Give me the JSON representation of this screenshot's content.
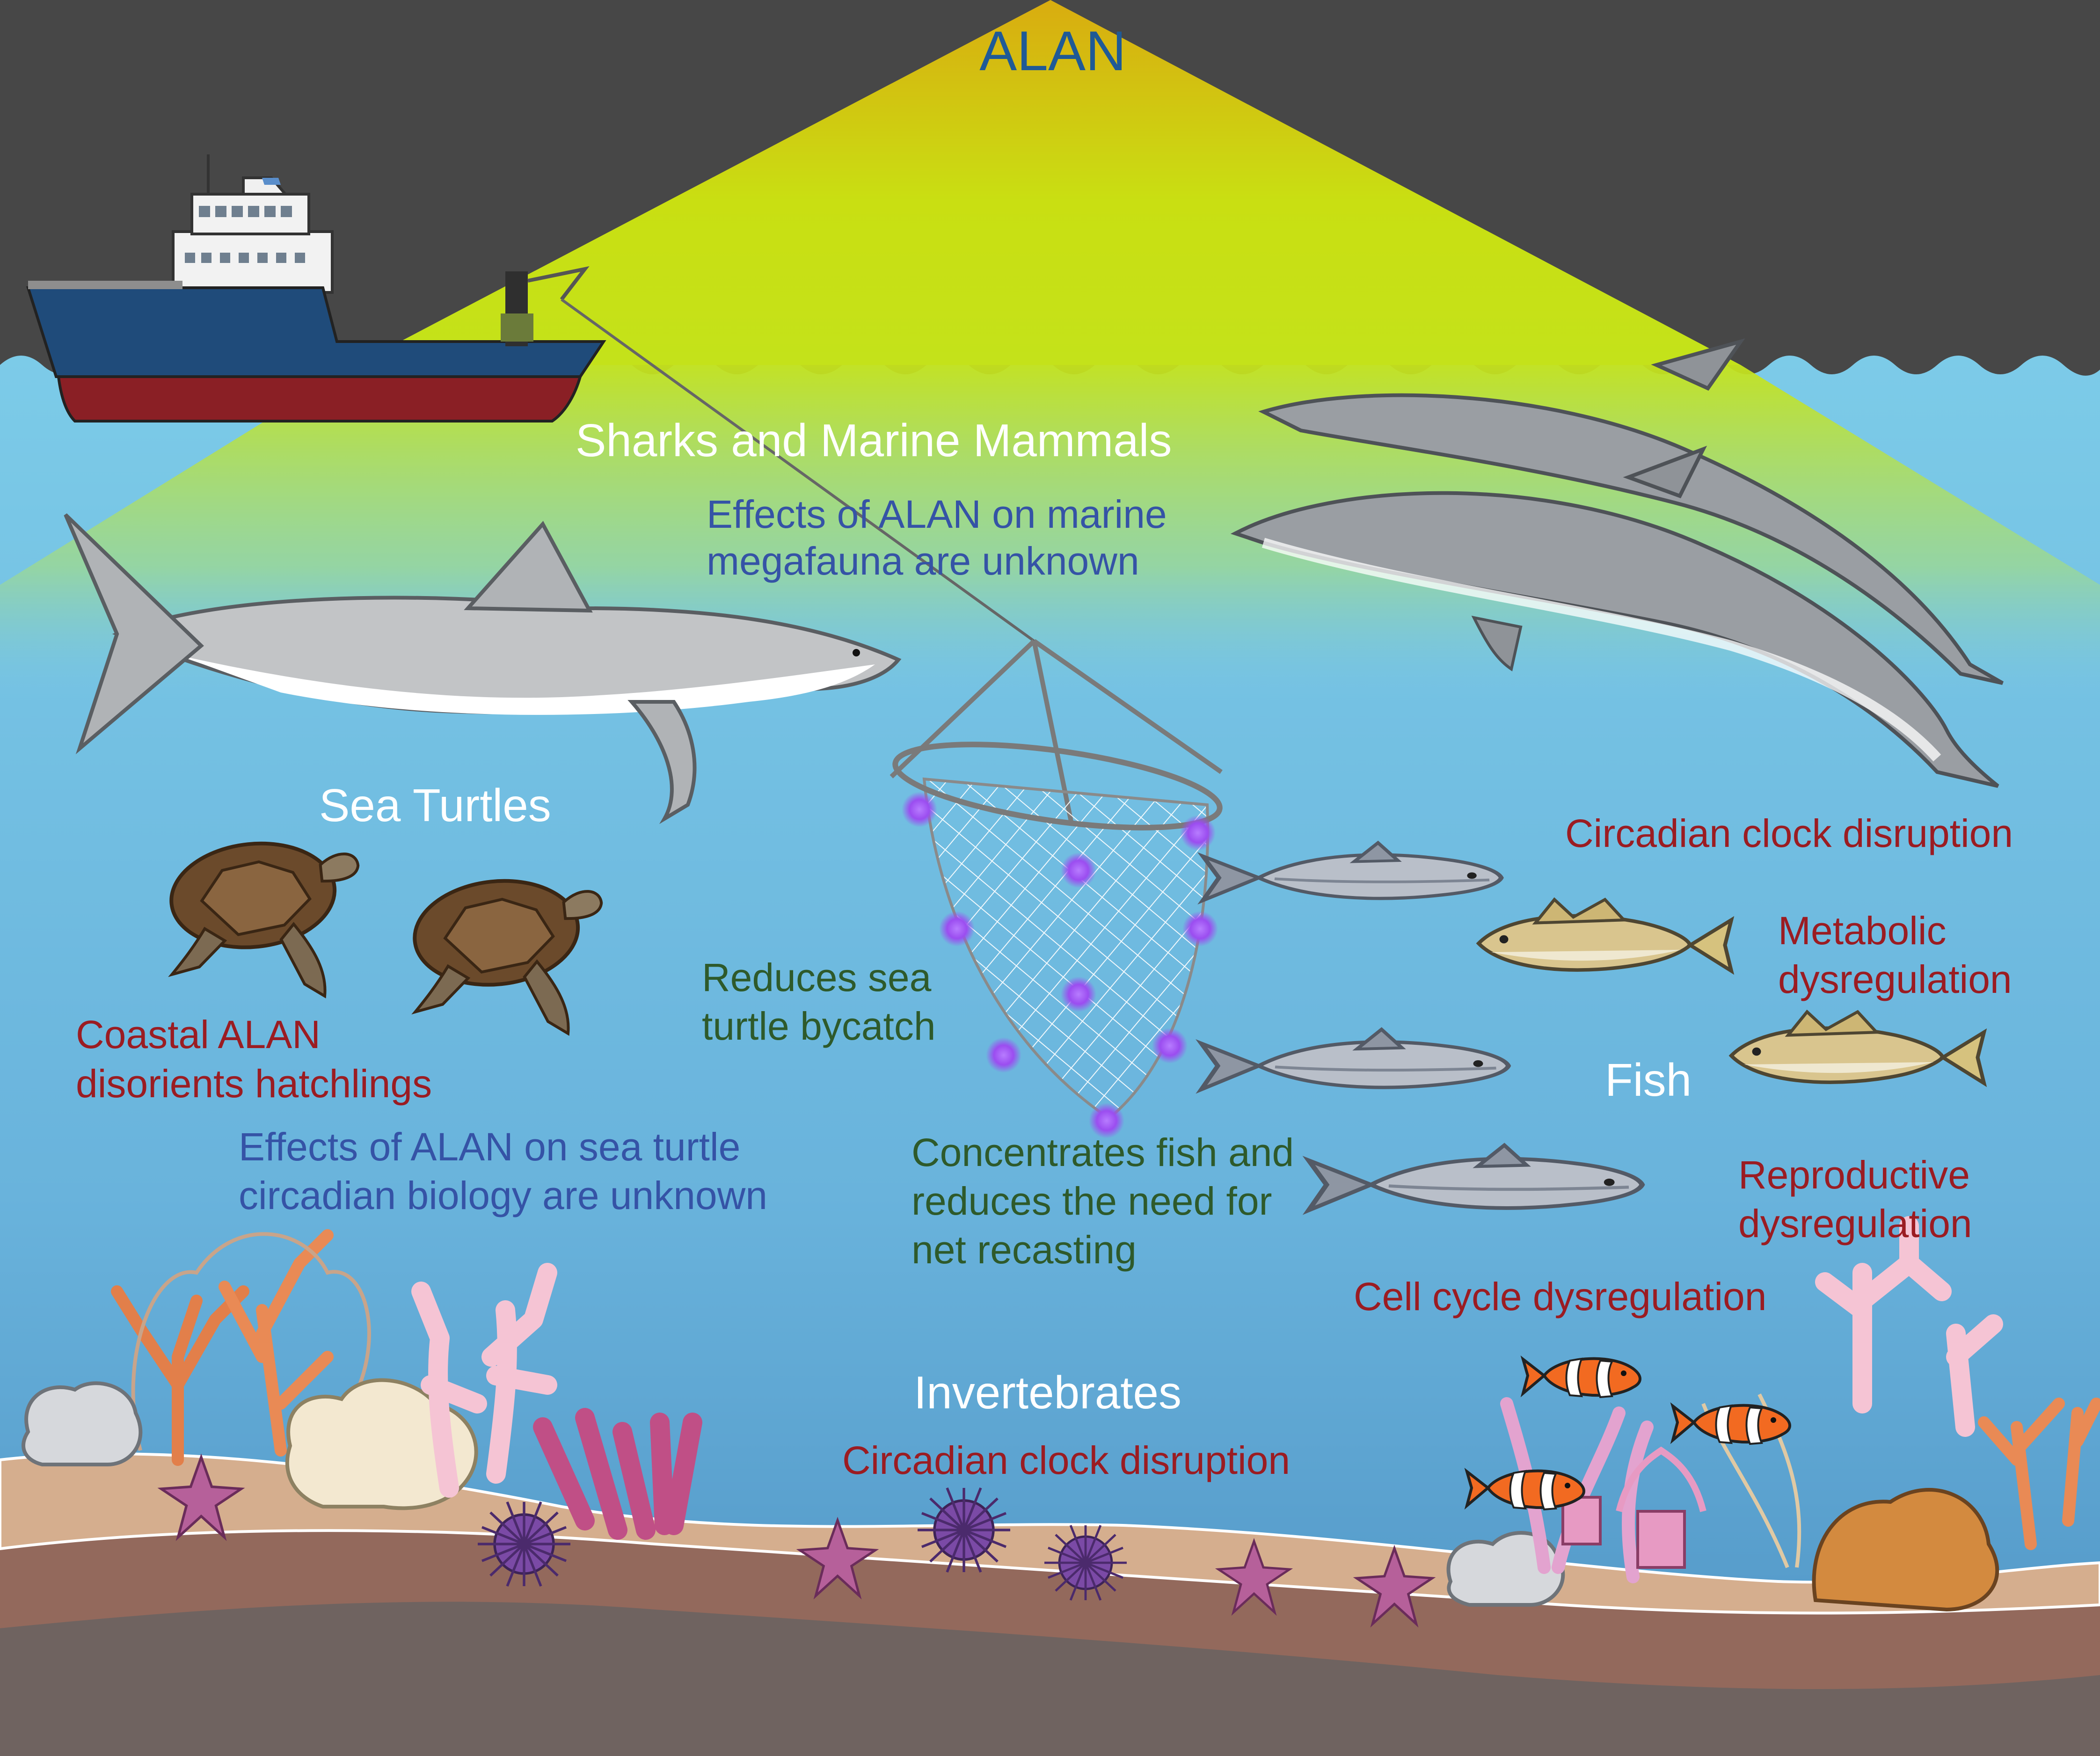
{
  "title": "ALAN",
  "sections": {
    "megafauna": {
      "heading": "Sharks and Marine Mammals",
      "line1": "Effects of ALAN on marine",
      "line2": "megafauna are unknown"
    },
    "turtles": {
      "heading": "Sea Turtles",
      "impact_line1": "Coastal ALAN",
      "impact_line2": "disorients hatchlings",
      "unknown_line1": "Effects of ALAN on sea turtle",
      "unknown_line2": "circadian biology are unknown"
    },
    "net": {
      "bycatch_line1": "Reduces sea",
      "bycatch_line2": "turtle bycatch",
      "concentrate_line1": "Concentrates fish and",
      "concentrate_line2": "reduces the need for",
      "concentrate_line3": "net recasting"
    },
    "fish": {
      "heading": "Fish",
      "effect1": "Circadian clock disruption",
      "effect2_line1": "Metabolic",
      "effect2_line2": "dysregulation",
      "effect3_line1": "Reproductive",
      "effect3_line2": "dysregulation",
      "effect4": "Cell cycle dysregulation"
    },
    "invertebrates": {
      "heading": "Invertebrates",
      "effect": "Circadian clock disruption"
    }
  },
  "colors": {
    "sky": "#474747",
    "light_beam_top": "#d6b00f",
    "light_beam_mid": "#c8de12",
    "water_top": "#79c7e6",
    "water_bottom": "#4f93c4",
    "title_text": "#1f5a96",
    "heading_text": "#ffffff",
    "impact_text": "#9b1c22",
    "unknown_text": "#3553a6",
    "net_text": "#2e5a2b",
    "net_light": "#a35cf0",
    "sand": "#d5ae8e",
    "sediment": "#93695c",
    "bedrock": "#6f6360"
  },
  "icons": [
    "fishing-vessel-icon",
    "dolphin-icon",
    "great-white-shark-icon",
    "sea-turtle-icon",
    "lighted-fishing-net-icon",
    "salmon-icon",
    "cod-icon",
    "clownfish-icon",
    "coral-icon",
    "sea-urchin-icon",
    "starfish-icon",
    "sea-anemone-icon"
  ]
}
